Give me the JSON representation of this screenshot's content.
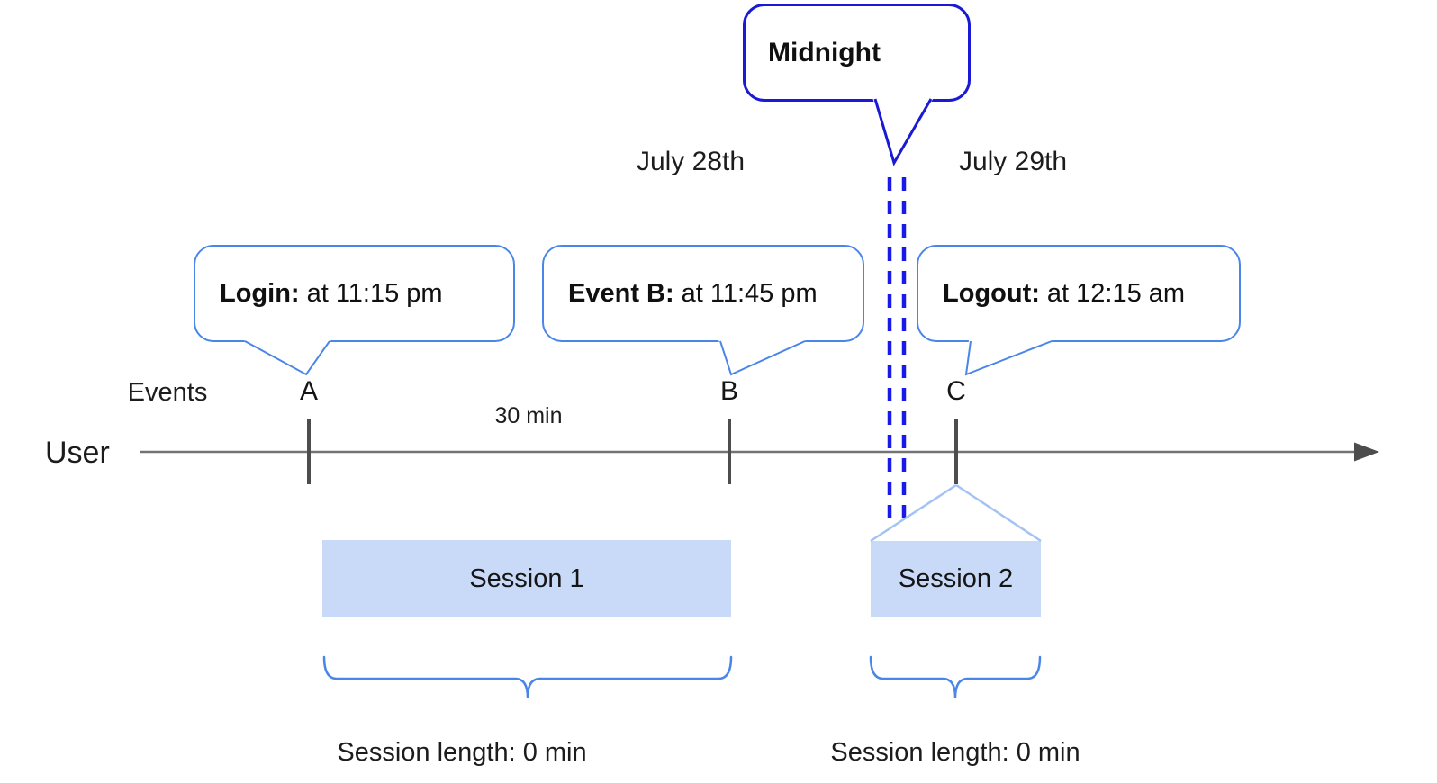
{
  "dates": {
    "left": "July 28th",
    "right": "July 29th"
  },
  "midnight": {
    "label": "Midnight"
  },
  "callouts": [
    {
      "title": "Login:",
      "detail": "at 11:15 pm"
    },
    {
      "title": "Event B:",
      "detail": "at 11:45 pm"
    },
    {
      "title": "Logout:",
      "detail": "at 12:15 am"
    }
  ],
  "timeline": {
    "row_label": "User",
    "events_label": "Events",
    "interval_label": "30 min",
    "markers": [
      "A",
      "B",
      "C"
    ]
  },
  "sessions": [
    {
      "name": "Session 1",
      "length": "Session length: 0 min"
    },
    {
      "name": "Session 2",
      "length": "Session length: 0 min"
    }
  ],
  "colors": {
    "callout_border": "#4a86e8",
    "midnight_border": "#1a1ad6",
    "midnight_dashes": "#1a1ae8",
    "session_fill": "#c9daf8",
    "funnel_line": "#a4c2f4",
    "brace": "#4a86e8",
    "timeline_gray": "#737373",
    "tick_gray": "#4d4d4d"
  }
}
